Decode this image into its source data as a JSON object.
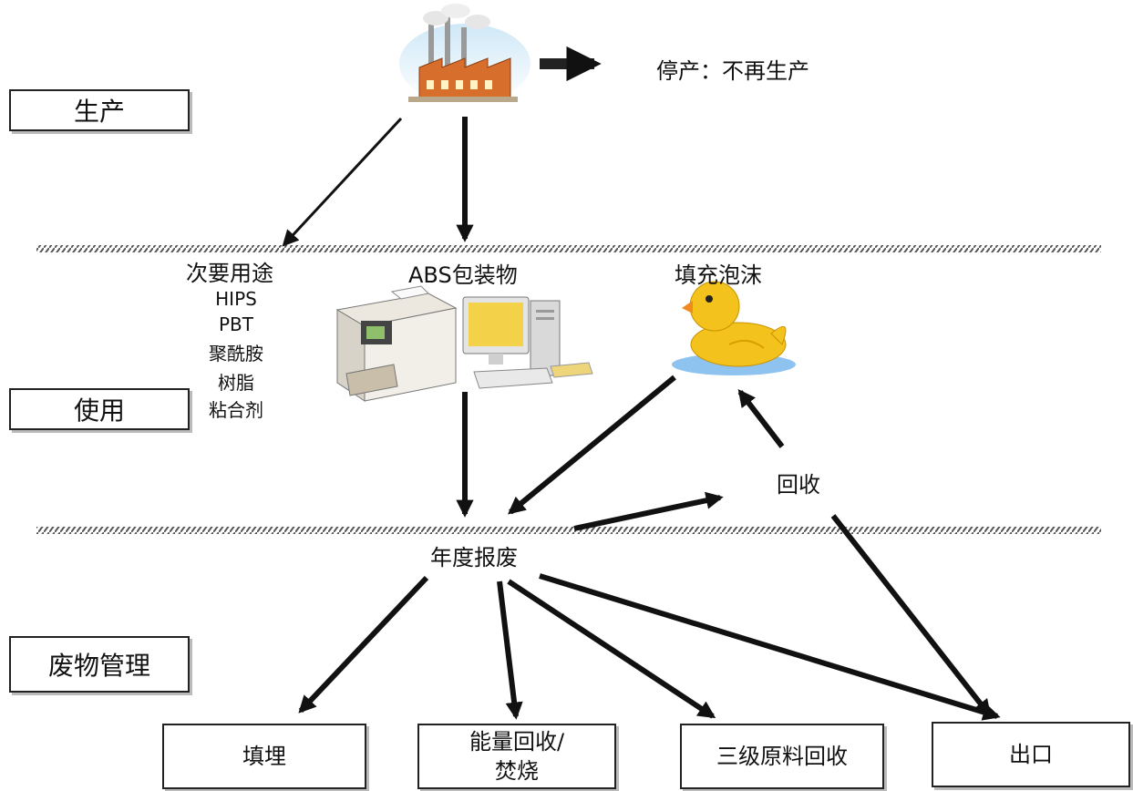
{
  "stages": {
    "production": "生产",
    "use": "使用",
    "waste_management": "废物管理"
  },
  "labels": {
    "discontinued": "停产：不再生产",
    "secondary_uses": "次要用途",
    "abs_packaging": "ABS包装物",
    "filling_foam": "填充泡沫",
    "recycling": "回收",
    "annual_scrap": "年度报废"
  },
  "secondary_use_items": [
    "HIPS",
    "PBT",
    "聚酰胺",
    "树脂",
    "粘合剂"
  ],
  "outcomes": {
    "landfill": "填埋",
    "energy_recovery": "能量回收/\n焚烧",
    "feedstock_recycling": "三级原料回收",
    "export": "出口"
  },
  "icons": [
    "factory-icon",
    "printer-icon",
    "computer-icon",
    "rubber-duck-icon"
  ],
  "colors": {
    "line": "#111111",
    "divider": "#555555",
    "duck": "#f4c21c",
    "water": "#8ec3ef"
  }
}
